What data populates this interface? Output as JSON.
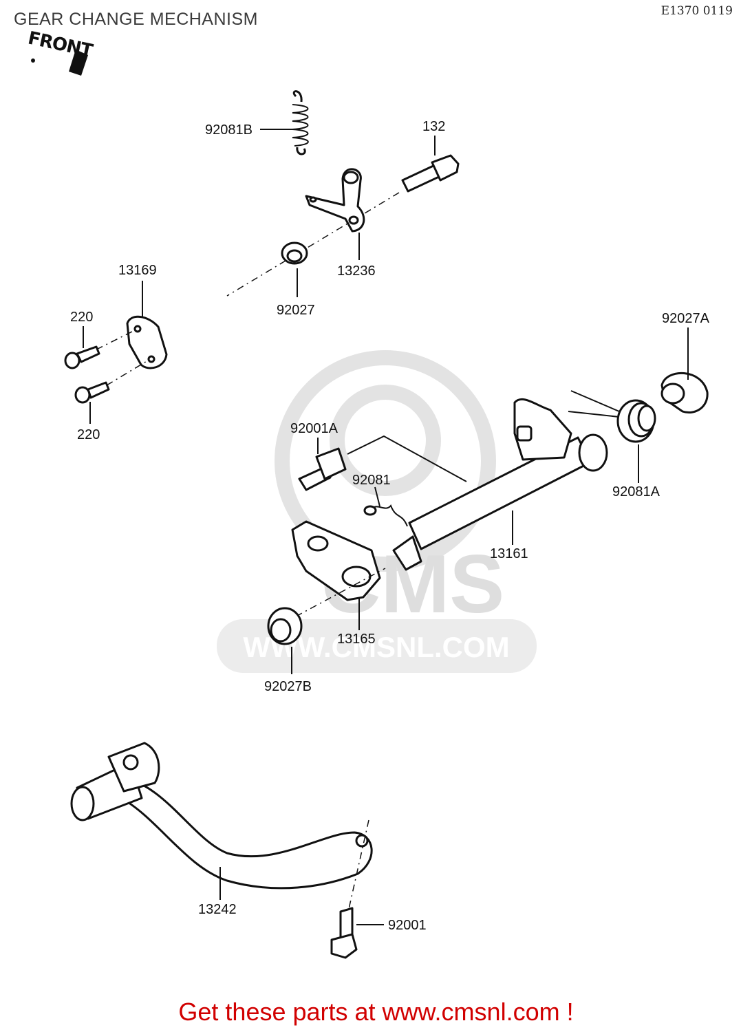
{
  "header": {
    "title": "GEAR CHANGE MECHANISM",
    "figure_code": "E1370 0119",
    "front_marker": "FRONT"
  },
  "watermark": {
    "logo": "CMS",
    "url": "WWW.CMSNL.COM"
  },
  "parts": [
    {
      "number": "92081B"
    },
    {
      "number": "132"
    },
    {
      "number": "13236"
    },
    {
      "number": "92027"
    },
    {
      "number": "13169"
    },
    {
      "number": "220"
    },
    {
      "number": "220"
    },
    {
      "number": "92027A"
    },
    {
      "number": "92001A"
    },
    {
      "number": "92081"
    },
    {
      "number": "92081A"
    },
    {
      "number": "13161"
    },
    {
      "number": "13165"
    },
    {
      "number": "92027B"
    },
    {
      "number": "13242"
    },
    {
      "number": "92001"
    }
  ],
  "footer": {
    "promo": "Get these parts at www.cmsnl.com !"
  },
  "colors": {
    "line": "#111111",
    "promo": "#d10000",
    "watermark": "#dedede"
  }
}
